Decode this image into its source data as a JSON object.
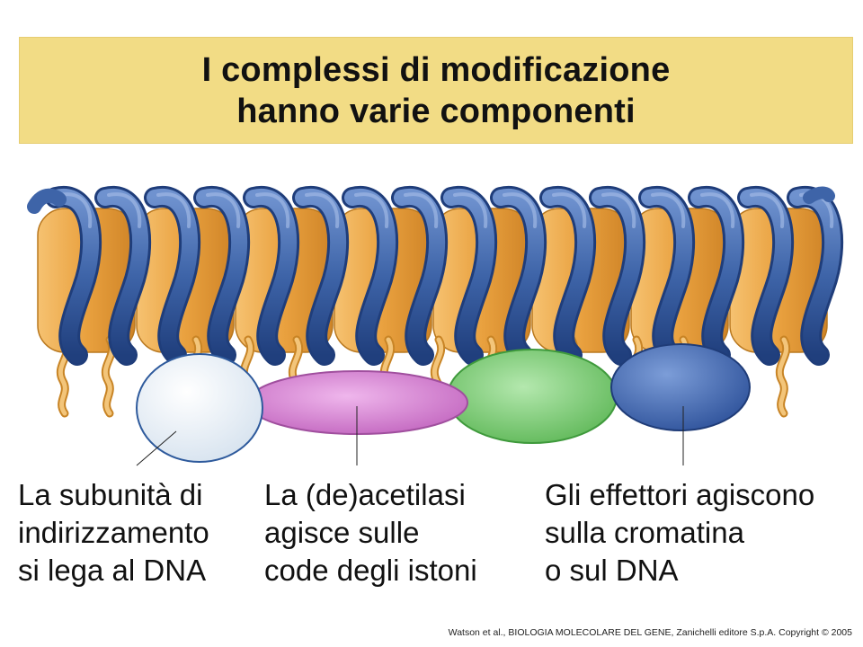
{
  "title": {
    "line1": "I complessi di modificazione",
    "line2": "hanno varie componenti"
  },
  "labels": {
    "targeting": [
      "La subunità di",
      "indirizzamento",
      "si lega al DNA"
    ],
    "acetylase": [
      "La (de)acetilasi",
      "agisce sulle",
      "code degli istoni"
    ],
    "effectors": [
      "Gli effettori agiscono",
      "sulla cromatina",
      "o sul DNA"
    ]
  },
  "credit": "Watson et al., BIOLOGIA MOLECOLARE DEL GENE, Zanichelli editore S.p.A. Copyright © 2005",
  "colors": {
    "title_bg": "#f2dc85",
    "histone_orange": "#eea94a",
    "dna_blue": "#3e64a8",
    "targeting_subunit": "#eef3f8",
    "acetylase": "#d27ed0",
    "green_effector": "#7dce78",
    "blue_effector": "#3d63ae"
  }
}
